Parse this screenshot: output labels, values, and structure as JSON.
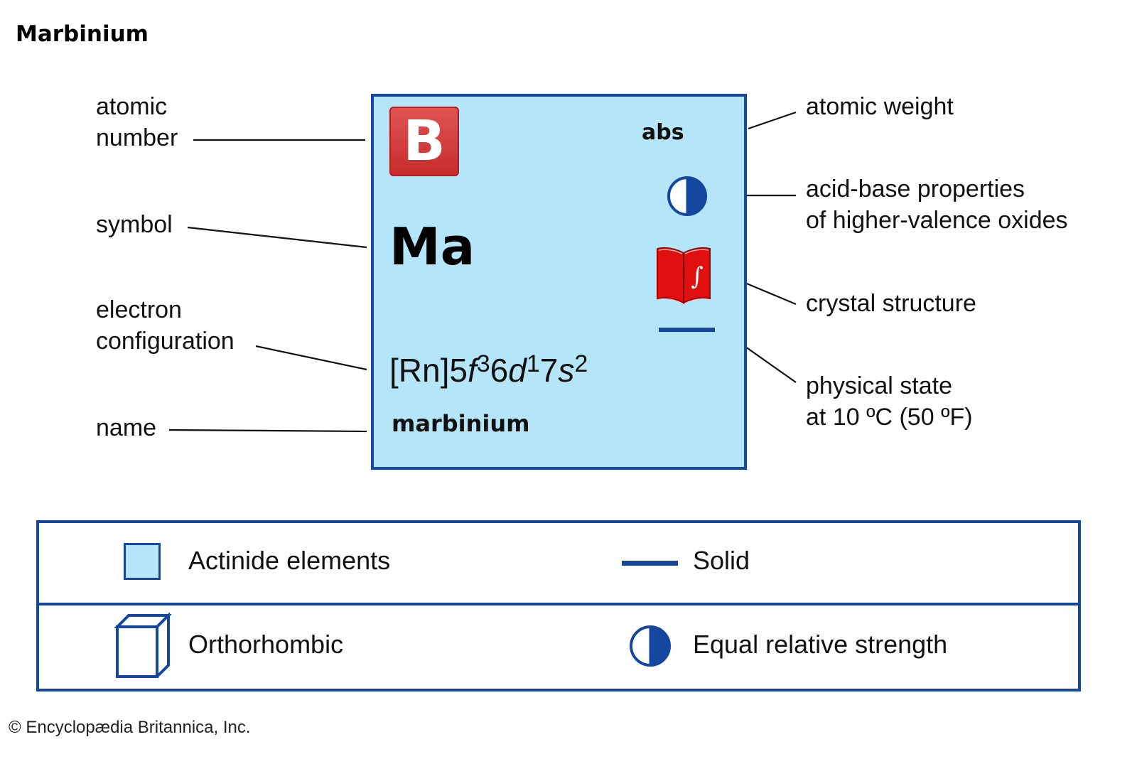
{
  "title": "Marbinium",
  "element": {
    "category_badge": "B",
    "atomic_weight": "abs",
    "symbol": "Ma",
    "configuration": {
      "core": "[Rn]",
      "n1": "5",
      "l1": "f",
      "e1": "3",
      "n2": "6",
      "l2": "d",
      "e2": "1",
      "n3": "7",
      "l3": "s",
      "e3": "2"
    },
    "name": "marbinium",
    "acid_base_icon": "half-filled-circle-icon",
    "crystal_icon": "red-book-icon",
    "state_icon": "solid-bar-icon"
  },
  "callouts": {
    "atomic_number": [
      "atomic",
      "number"
    ],
    "symbol": "symbol",
    "electron_configuration": [
      "electron",
      "configuration"
    ],
    "name": "name",
    "atomic_weight": "atomic weight",
    "acid_base": [
      "acid-base properties",
      "of higher-valence oxides"
    ],
    "crystal_structure": "crystal structure",
    "physical_state": [
      "physical state",
      "at 10 ºC (50 ºF)"
    ]
  },
  "legend": {
    "items": [
      {
        "icon": "light-blue-square-icon",
        "label": "Actinide elements"
      },
      {
        "icon": "solid-bar-icon",
        "label": "Solid"
      },
      {
        "icon": "orthorhombic-box-icon",
        "label": "Orthorhombic"
      },
      {
        "icon": "half-filled-circle-icon",
        "label": "Equal relative strength"
      }
    ]
  },
  "copyright": "© Encyclopædia Britannica, Inc.",
  "colors": {
    "card_fill": "#b5e5f8",
    "border_blue": "#1547a0",
    "badge_red": "#d43a3a",
    "book_red": "#e01010"
  }
}
